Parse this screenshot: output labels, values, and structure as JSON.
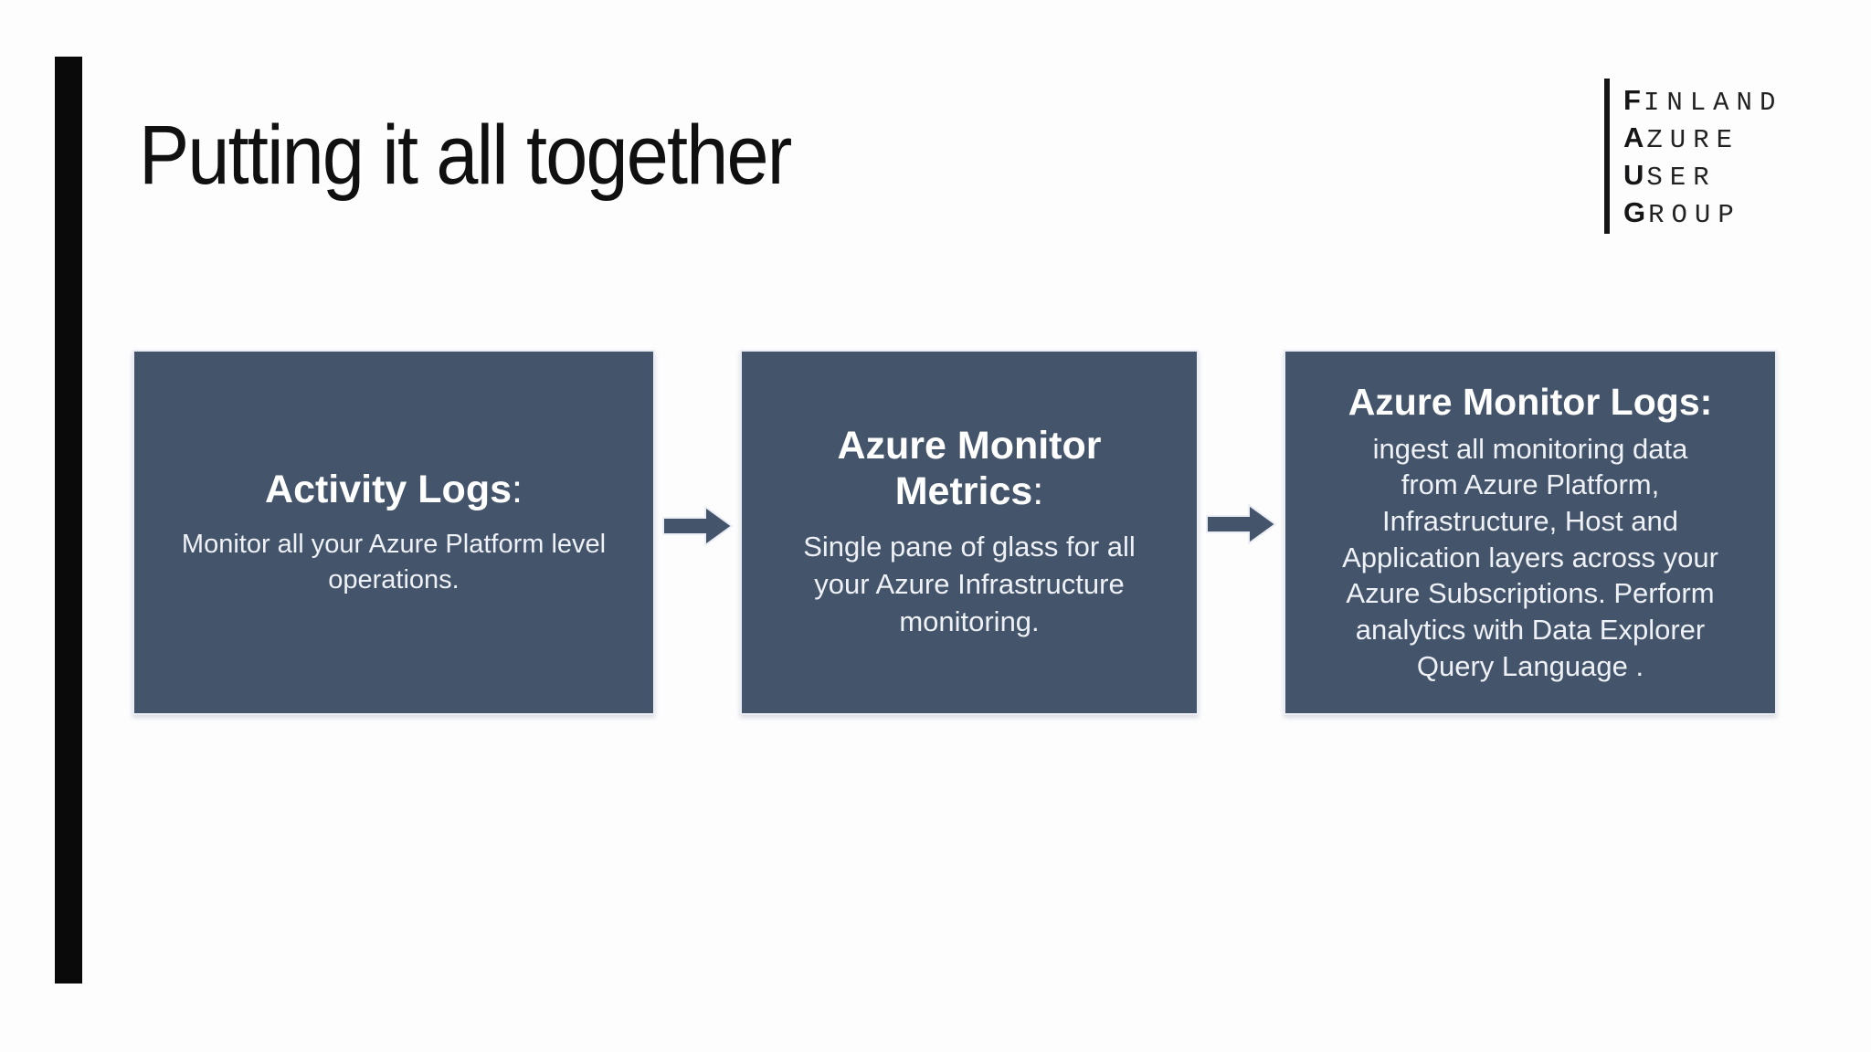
{
  "slide": {
    "title": "Putting it all together",
    "background": "#fdfdfe",
    "accent_bar_color": "#0a0a0a"
  },
  "logo": {
    "name": "Finland Azure User Group",
    "lines": [
      {
        "initial": "F",
        "rest": "INLAND"
      },
      {
        "initial": "A",
        "rest": "ZURE"
      },
      {
        "initial": "U",
        "rest": "SER"
      },
      {
        "initial": "G",
        "rest": "ROUP"
      }
    ]
  },
  "colors": {
    "box_fill": "#44546a",
    "box_border": "#eceef5",
    "box_title_text": "#ffffff",
    "box_body_text": "#eef1f6",
    "title_text": "#101010"
  },
  "flow": {
    "boxes": [
      {
        "title": "Activity Logs",
        "colon": ":",
        "body_lines": [
          "Monitor all your Azure Platform level",
          "operations."
        ]
      },
      {
        "title": [
          "Azure Monitor",
          "Metrics"
        ],
        "colon": ":",
        "body_lines": [
          "Single pane of glass for all",
          "your Azure Infrastructure",
          "monitoring."
        ]
      },
      {
        "title": "Azure Monitor Logs:",
        "colon": "",
        "body_lines": [
          "ingest all monitoring data",
          "from Azure Platform,",
          "Infrastructure, Host and",
          "Application layers across your",
          "Azure Subscriptions. Perform",
          "analytics with Data Explorer",
          "Query Language ."
        ]
      }
    ]
  }
}
